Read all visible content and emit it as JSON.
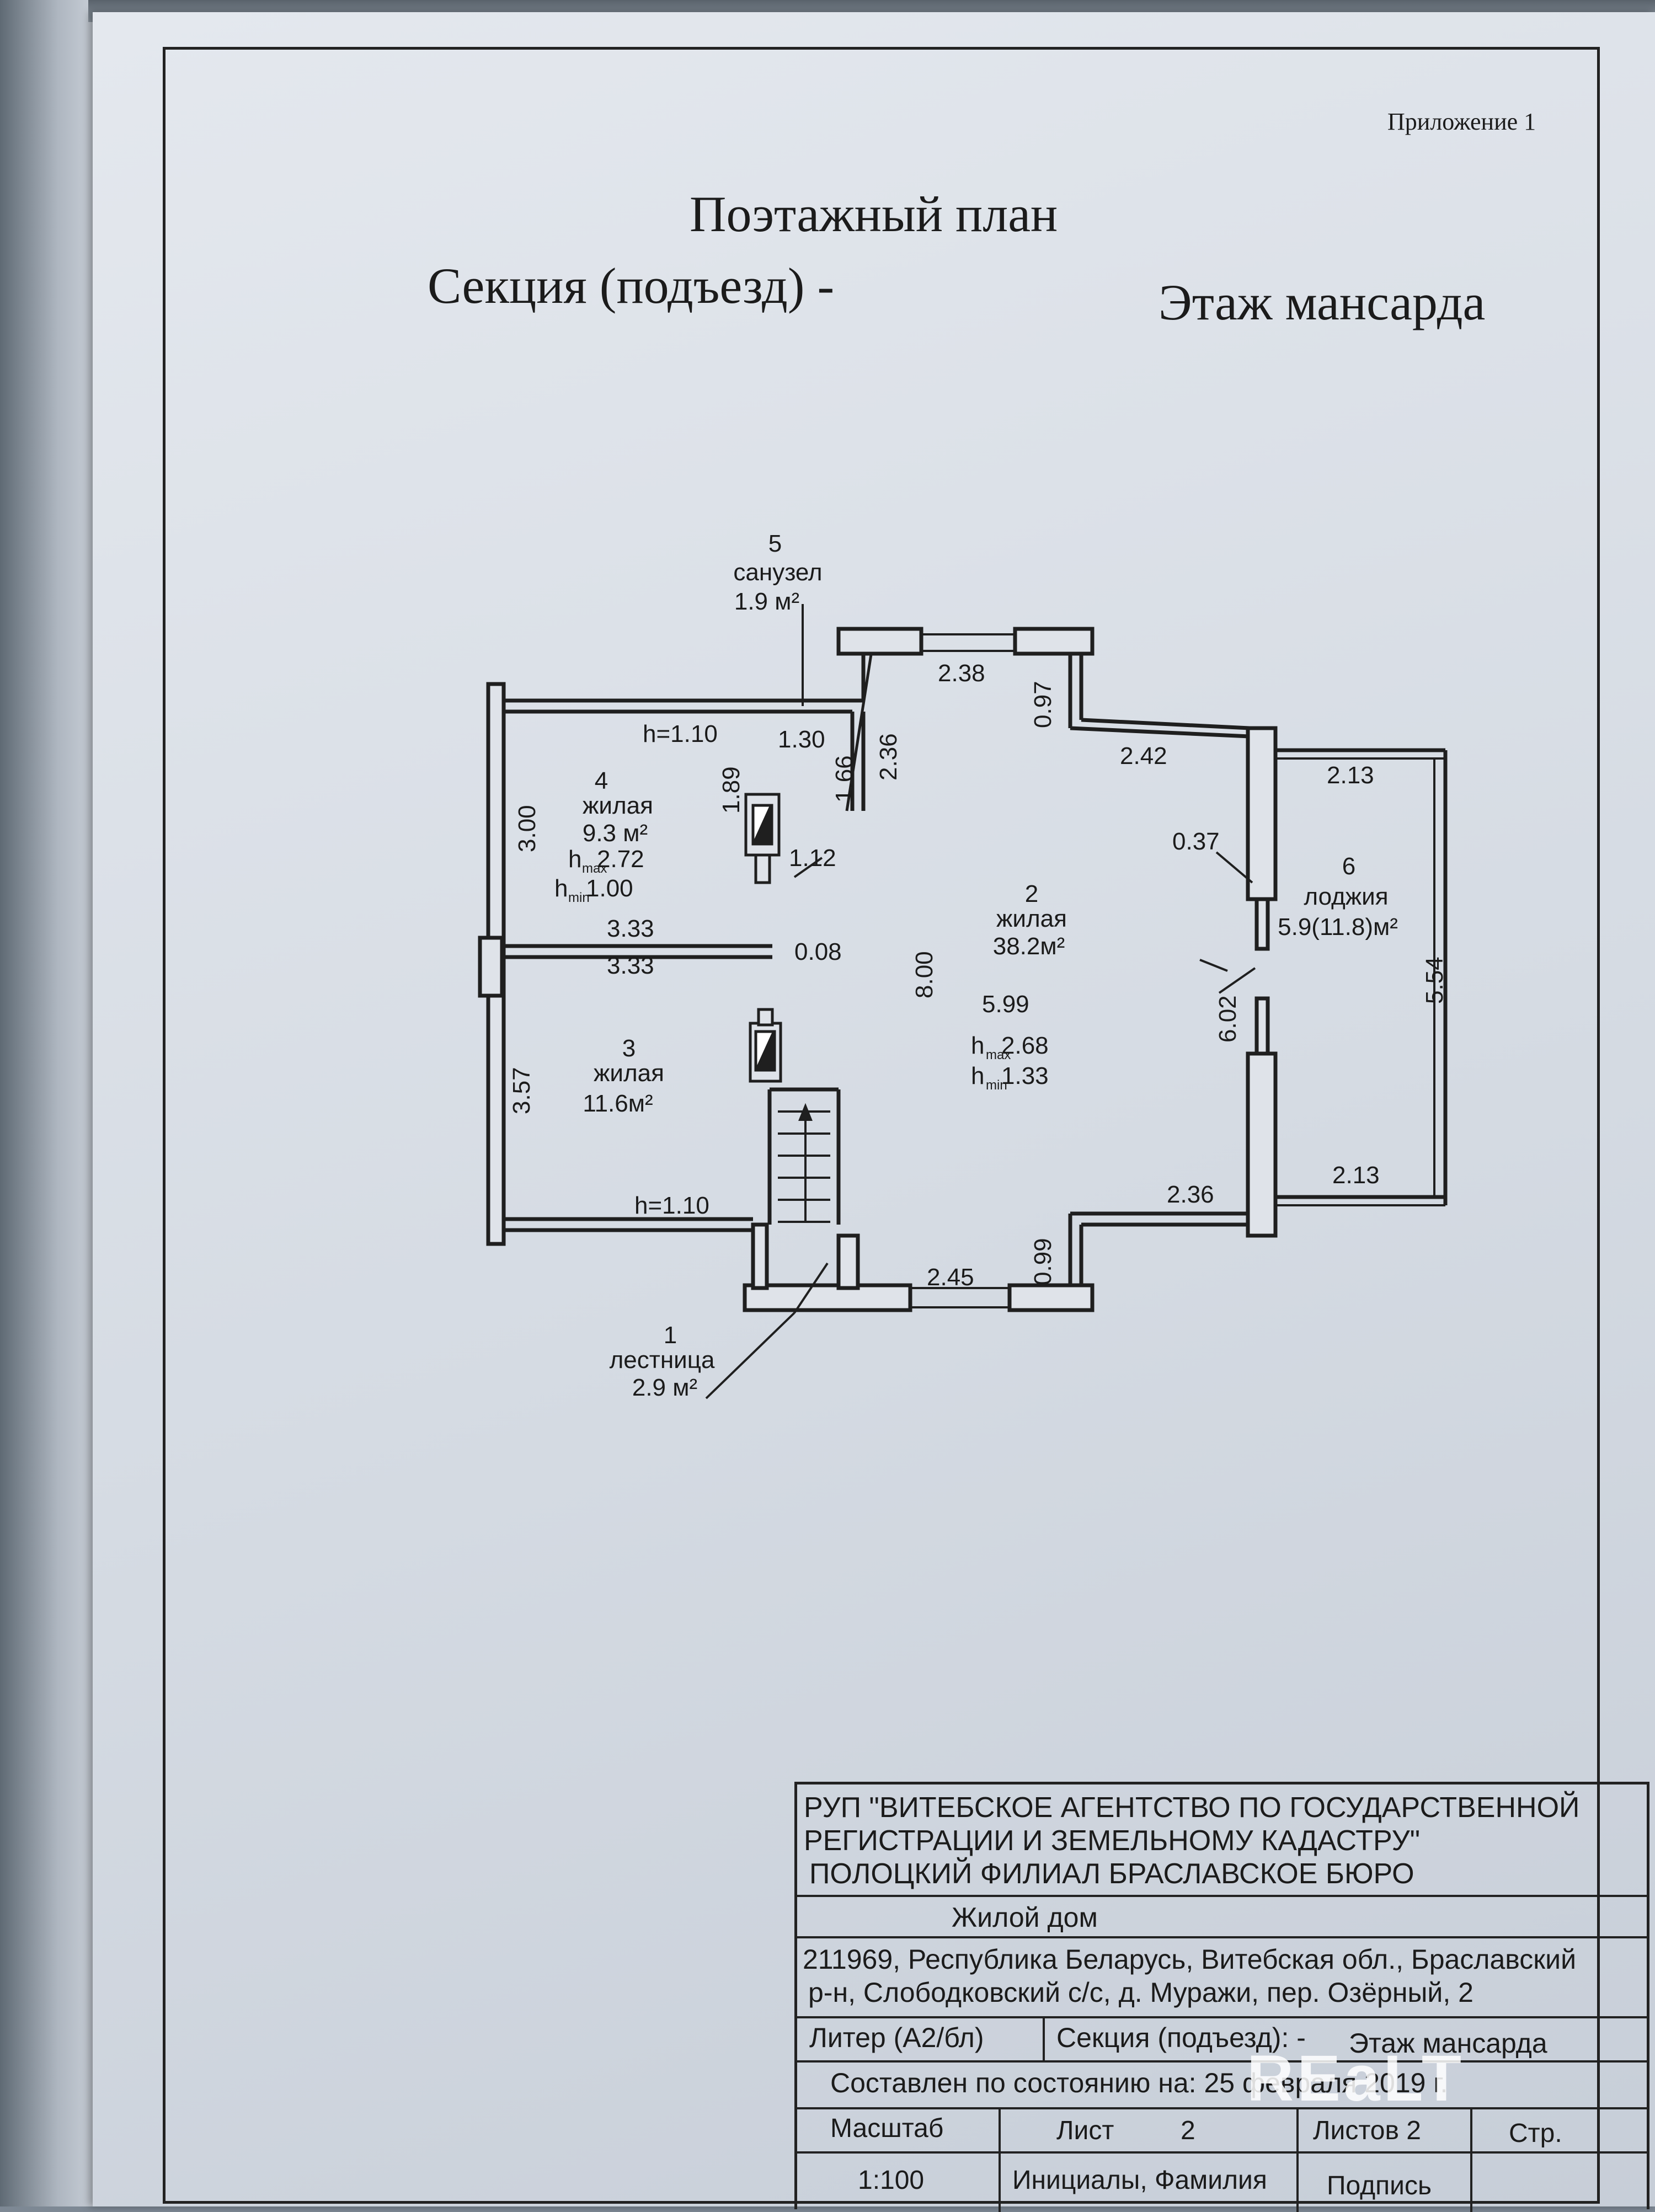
{
  "header": {
    "appendix": "Приложение 1",
    "title": "Поэтажный план",
    "section": "Секция (подъезд) -",
    "floor": "Этаж мансарда"
  },
  "plan": {
    "rooms": [
      {
        "number": "1",
        "name": "лестница",
        "area": "2.9 м²"
      },
      {
        "number": "2",
        "name": "жилая",
        "area": "38.2м²",
        "hmax": "2.68",
        "hmin": "1.33"
      },
      {
        "number": "3",
        "name": "жилая",
        "area": "11.6м²"
      },
      {
        "number": "4",
        "name": "жилая",
        "area": "9.3 м²",
        "hmax": "2.72",
        "hmin": "1.00"
      },
      {
        "number": "5",
        "name": "санузел",
        "area": "1.9 м²"
      },
      {
        "number": "6",
        "name": "лоджия",
        "area": "5.9(11.8)м²"
      }
    ],
    "dimensions": {
      "d_238": "2.38",
      "d_097": "0.97",
      "d_242": "2.42",
      "d_213a": "2.13",
      "d_037": "0.37",
      "d_554": "5.54",
      "d_602": "6.02",
      "d_213b": "2.13",
      "d_236b": "2.36",
      "d_099": "0.99",
      "d_245": "2.45",
      "d_800": "8.00",
      "d_599": "5.99",
      "d_110a": "h=1.10",
      "d_130": "1.30",
      "d_236a": "2.36",
      "d_189": "1.89",
      "d_166": "1.66",
      "d_112": "1.12",
      "d_300": "3.00",
      "d_333a": "3.33",
      "d_333b": "3.33",
      "d_008": "0.08",
      "d_357": "3.57",
      "d_110b": "h=1.10"
    },
    "labels": {
      "hmax": "h",
      "hmax_sub": "max",
      "hmin_sub": "min"
    }
  },
  "title_block": {
    "org_line1": "РУП \"ВИТЕБСКОЕ АГЕНТСТВО ПО ГОСУДАРСТВЕННОЙ",
    "org_line2": "РЕГИСТРАЦИИ И ЗЕМЕЛЬНОМУ КАДАСТРУ\"",
    "org_line3": "ПОЛОЦКИЙ ФИЛИАЛ БРАСЛАВСКОЕ БЮРО",
    "object": "Жилой дом",
    "address1": "211969, Республика Беларусь, Витебская обл., Браславский",
    "address2": "р-н, Слободковский с/с, д. Муражи, пер. Озёрный, 2",
    "liter": "Литер (А2/бл)",
    "section": "Секция (подъезд): -",
    "floor": "Этаж мансарда",
    "compiled": "Составлен по состоянию на: 25 февраля 2019 г.",
    "scale_label": "Масштаб",
    "sheet_label": "Лист",
    "sheet_value": "2",
    "sheets_label": "Листов 2",
    "page_label": "Стр.",
    "scale_value": "1:100",
    "initials": "Инициалы, Фамилия",
    "signature": "Подпись"
  },
  "watermark": "REaLT"
}
